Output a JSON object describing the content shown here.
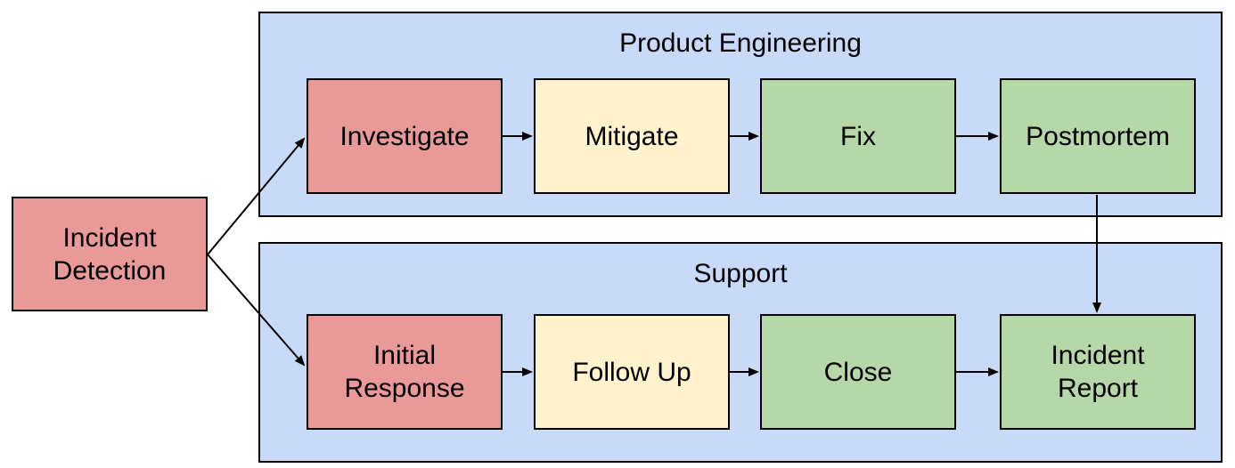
{
  "diagram": {
    "type": "flowchart",
    "colors": {
      "node_red": "#ea9999",
      "node_yellow": "#fff2cc",
      "node_green": "#b6d7a8",
      "lane_blue": "#c9daf8",
      "border": "#000000",
      "arrow": "#000000",
      "background": "#ffffff"
    },
    "start_node": {
      "id": "incident-detection",
      "label": "Incident Detection",
      "color": "#ea9999"
    },
    "lanes": [
      {
        "id": "product-engineering",
        "title": "Product Engineering",
        "color": "#c9daf8",
        "nodes": [
          {
            "id": "investigate",
            "label": "Investigate",
            "color": "#ea9999"
          },
          {
            "id": "mitigate",
            "label": "Mitigate",
            "color": "#fff2cc"
          },
          {
            "id": "fix",
            "label": "Fix",
            "color": "#b6d7a8"
          },
          {
            "id": "postmortem",
            "label": "Postmortem",
            "color": "#b6d7a8"
          }
        ]
      },
      {
        "id": "support",
        "title": "Support",
        "color": "#c9daf8",
        "nodes": [
          {
            "id": "initial-response",
            "label": "Initial Response",
            "color": "#ea9999"
          },
          {
            "id": "follow-up",
            "label": "Follow Up",
            "color": "#fff2cc"
          },
          {
            "id": "close",
            "label": "Close",
            "color": "#b6d7a8"
          },
          {
            "id": "incident-report",
            "label": "Incident Report",
            "color": "#b6d7a8"
          }
        ]
      }
    ],
    "edges": [
      {
        "from": "incident-detection",
        "to": "investigate"
      },
      {
        "from": "incident-detection",
        "to": "initial-response"
      },
      {
        "from": "investigate",
        "to": "mitigate"
      },
      {
        "from": "mitigate",
        "to": "fix"
      },
      {
        "from": "fix",
        "to": "postmortem"
      },
      {
        "from": "initial-response",
        "to": "follow-up"
      },
      {
        "from": "follow-up",
        "to": "close"
      },
      {
        "from": "close",
        "to": "incident-report"
      },
      {
        "from": "postmortem",
        "to": "incident-report"
      }
    ]
  }
}
